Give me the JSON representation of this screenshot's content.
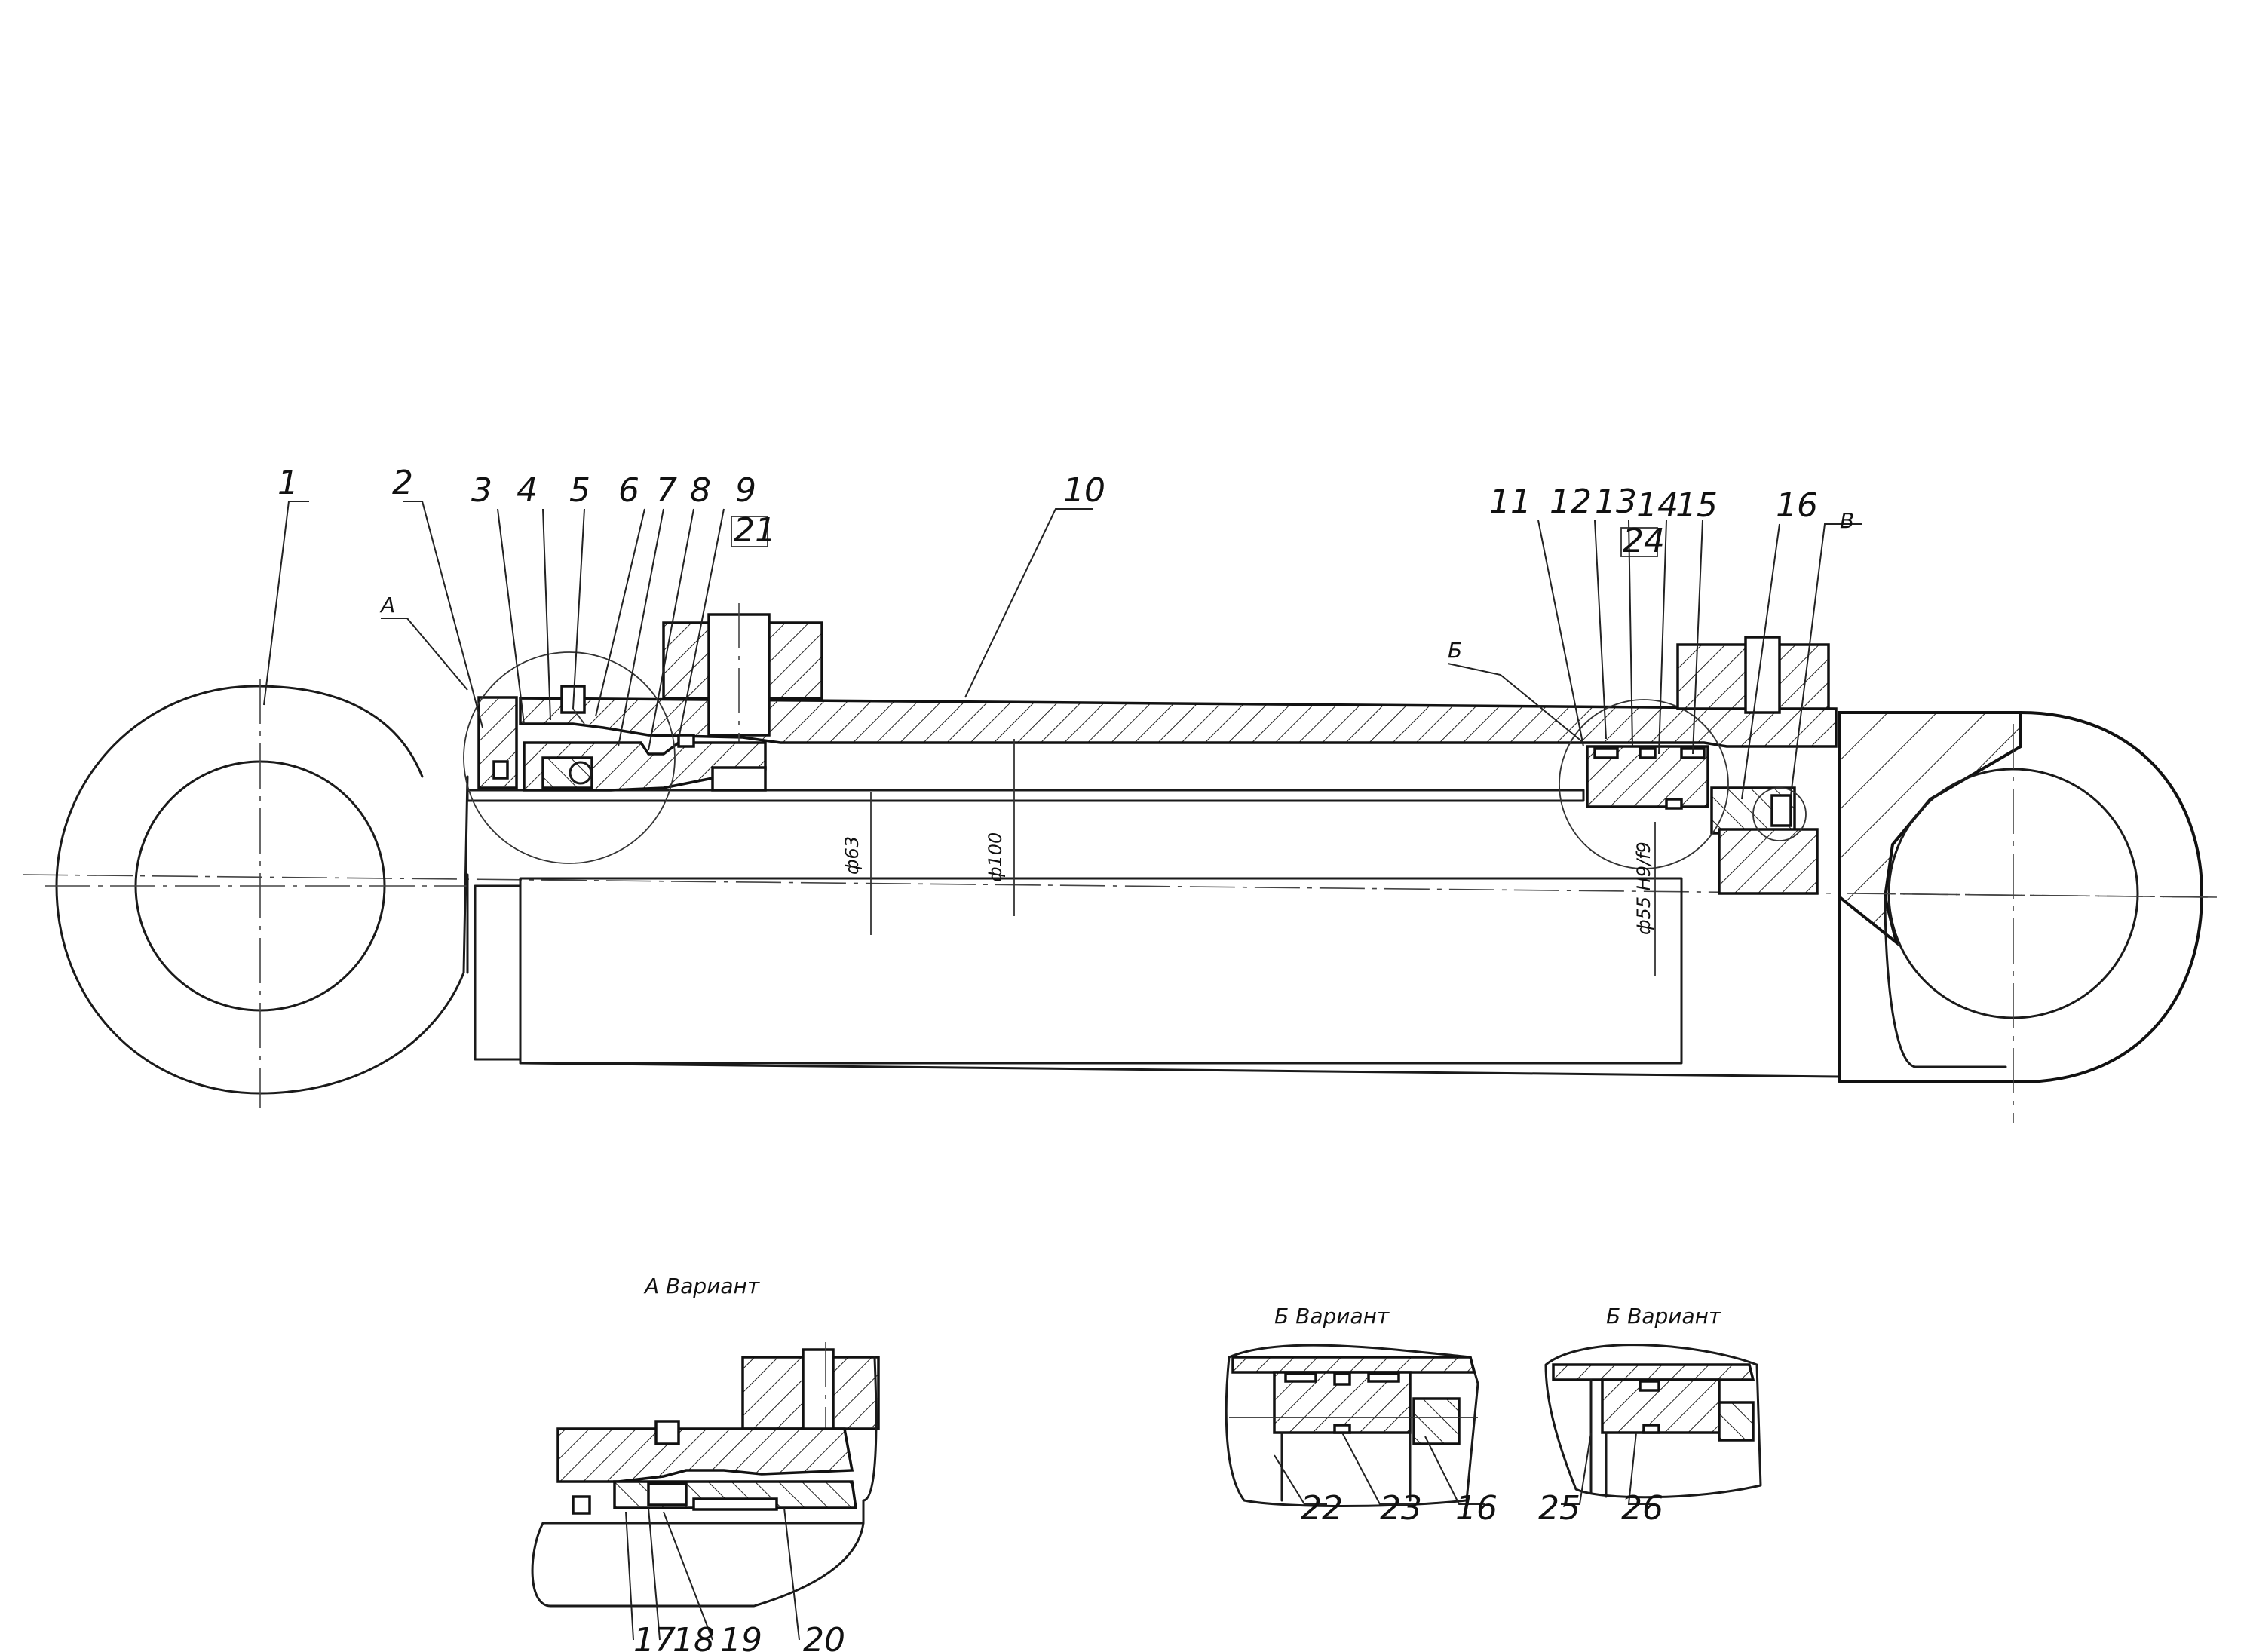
{
  "drawing": {
    "part_labels": {
      "p1": "1",
      "p2": "2",
      "p3": "3",
      "p4": "4",
      "p5": "5",
      "p6": "6",
      "p7": "7",
      "p8": "8",
      "p9": "9",
      "p10": "10",
      "p11": "11",
      "p12": "12",
      "p13": "13",
      "p14": "14",
      "p15": "15",
      "p16": "16",
      "p17": "17",
      "p18": "18",
      "p19": "19",
      "p20": "20",
      "p21": "21",
      "p22": "22",
      "p23": "23",
      "p24": "24",
      "p25": "25",
      "p26": "26"
    },
    "section_marks": {
      "a": "А",
      "b": "Б",
      "v": "В"
    },
    "dimensions": {
      "rod_diameter": "ф63",
      "bore_diameter": "ф100",
      "piston_fit": "ф55 H9/f9"
    },
    "views": {
      "view_a": "А Вариант",
      "view_b1": "Б Вариант",
      "view_b2": "Б Вариант"
    }
  }
}
